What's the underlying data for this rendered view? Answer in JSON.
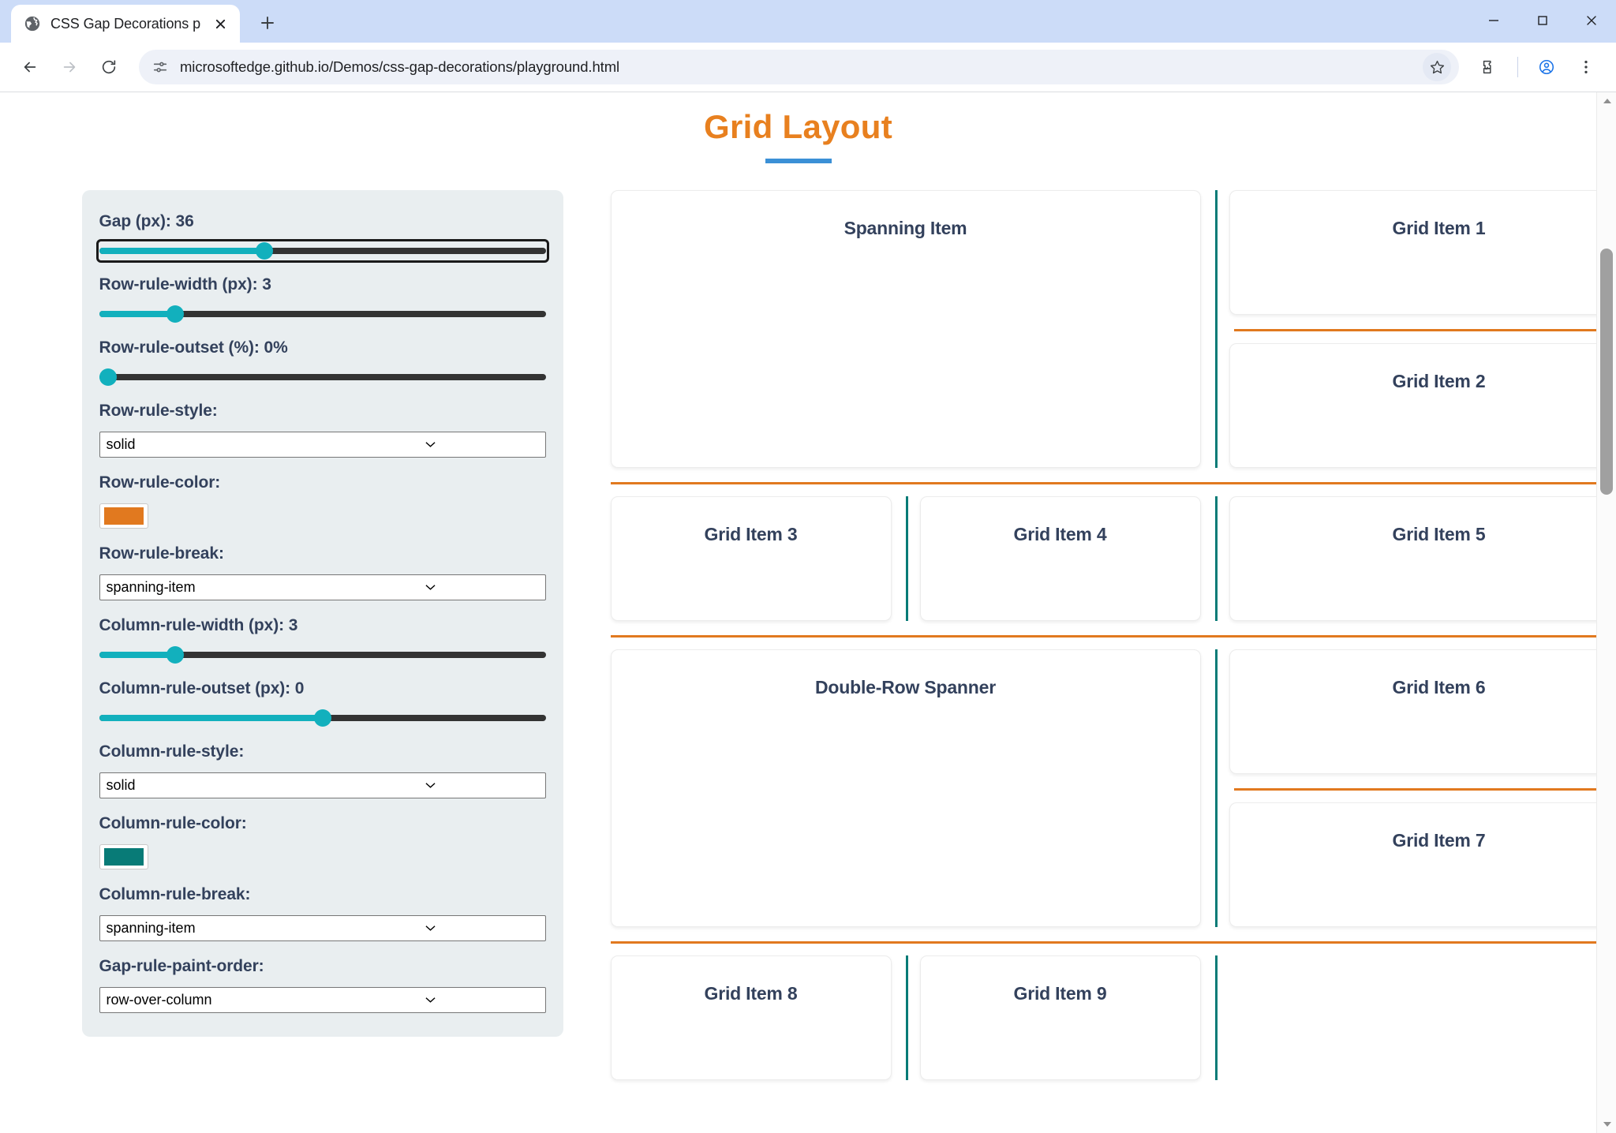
{
  "browser": {
    "tab": {
      "title": "CSS Gap Decorations playgroun",
      "favicon": "globe-icon",
      "close": "close-icon"
    },
    "new_tab_label": "+",
    "window_controls": {
      "minimize": "minimize-icon",
      "maximize": "maximize-icon",
      "close": "close-icon"
    },
    "toolbar": {
      "back": "back-arrow-icon",
      "forward": "forward-arrow-icon",
      "reload": "reload-icon",
      "site_info": "site-settings-icon",
      "url": "microsoftedge.github.io/Demos/css-gap-decorations/playground.html",
      "bookmark": "star-icon",
      "extensions": "extensions-puzzle-icon",
      "profile": "profile-avatar-icon",
      "menu": "three-dots-menu-icon"
    }
  },
  "page": {
    "title": "Grid Layout",
    "controls": [
      {
        "type": "slider",
        "label": "Gap (px): 36",
        "name": "gap",
        "fill_pct": 37,
        "focused": true
      },
      {
        "type": "slider",
        "label": "Row-rule-width (px): 3",
        "name": "row-rule-width",
        "fill_pct": 17,
        "focused": false
      },
      {
        "type": "slider",
        "label": "Row-rule-outset (%): 0%",
        "name": "row-rule-outset",
        "fill_pct": 2,
        "focused": false
      },
      {
        "type": "select",
        "label": "Row-rule-style:",
        "name": "row-rule-style",
        "value": "solid"
      },
      {
        "type": "color",
        "label": "Row-rule-color:",
        "name": "row-rule-color",
        "value": "#e1791f"
      },
      {
        "type": "select",
        "label": "Row-rule-break:",
        "name": "row-rule-break",
        "value": "spanning-item"
      },
      {
        "type": "slider",
        "label": "Column-rule-width (px): 3",
        "name": "column-rule-width",
        "fill_pct": 17,
        "focused": false
      },
      {
        "type": "slider",
        "label": "Column-rule-outset (px): 0",
        "name": "column-rule-outset",
        "fill_pct": 50,
        "focused": false
      },
      {
        "type": "select",
        "label": "Column-rule-style:",
        "name": "column-rule-style",
        "value": "solid"
      },
      {
        "type": "color",
        "label": "Column-rule-color:",
        "name": "column-rule-color",
        "value": "#087b77"
      },
      {
        "type": "select",
        "label": "Column-rule-break:",
        "name": "column-rule-break",
        "value": "spanning-item"
      },
      {
        "type": "select",
        "label": "Gap-rule-paint-order:",
        "name": "gap-rule-paint-order",
        "value": "row-over-column"
      }
    ],
    "grid_items": {
      "spanning": "Spanning Item",
      "item1": "Grid Item 1",
      "item2": "Grid Item 2",
      "item3": "Grid Item 3",
      "item4": "Grid Item 4",
      "item5": "Grid Item 5",
      "double_spanner": "Double-Row Spanner",
      "item6": "Grid Item 6",
      "item7": "Grid Item 7",
      "item8": "Grid Item 8",
      "item9": "Grid Item 9"
    },
    "colors": {
      "title": "#e8801f",
      "title_underline": "#3b90d6",
      "row_rule": "#e1791f",
      "column_rule": "#087b77",
      "slider_accent": "#12b0bd",
      "panel_bg": "#e9eef0",
      "item_text": "#33415c"
    }
  }
}
